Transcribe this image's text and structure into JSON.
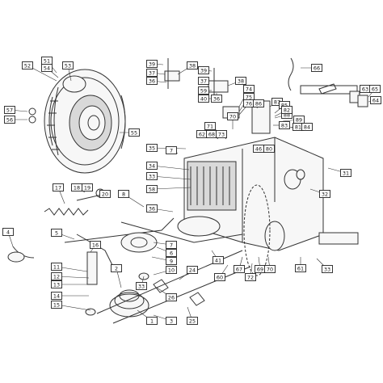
{
  "parts": [
    {
      "id": "p51",
      "label": "51"
    },
    {
      "id": "p54",
      "label": "54"
    },
    {
      "id": "p52",
      "label": "52"
    },
    {
      "id": "p53",
      "label": "53"
    },
    {
      "id": "p57",
      "label": "57"
    },
    {
      "id": "p56",
      "label": "56"
    },
    {
      "id": "p55",
      "label": "55"
    },
    {
      "id": "p39a",
      "label": "39"
    },
    {
      "id": "p37a",
      "label": "37"
    },
    {
      "id": "p36a",
      "label": "36"
    },
    {
      "id": "p38a",
      "label": "38"
    },
    {
      "id": "p39b",
      "label": "39"
    },
    {
      "id": "p37b",
      "label": "37"
    },
    {
      "id": "p59",
      "label": "59"
    },
    {
      "id": "p40",
      "label": "40"
    },
    {
      "id": "p36b",
      "label": "36"
    },
    {
      "id": "p38b",
      "label": "38"
    },
    {
      "id": "p74",
      "label": "74"
    },
    {
      "id": "p75",
      "label": "75"
    },
    {
      "id": "p76",
      "label": "76"
    },
    {
      "id": "p86",
      "label": "86"
    },
    {
      "id": "p87",
      "label": "87"
    },
    {
      "id": "p85",
      "label": "85"
    },
    {
      "id": "p88",
      "label": "88"
    },
    {
      "id": "p82",
      "label": "82"
    },
    {
      "id": "p83",
      "label": "83"
    },
    {
      "id": "p89",
      "label": "89"
    },
    {
      "id": "p81",
      "label": "81"
    },
    {
      "id": "p84",
      "label": "84"
    },
    {
      "id": "p66",
      "label": "66"
    },
    {
      "id": "p63",
      "label": "63"
    },
    {
      "id": "p65",
      "label": "65"
    },
    {
      "id": "p64",
      "label": "64"
    },
    {
      "id": "p71",
      "label": "71"
    },
    {
      "id": "p62",
      "label": "62"
    },
    {
      "id": "p68",
      "label": "68"
    },
    {
      "id": "p73",
      "label": "73"
    },
    {
      "id": "p70a",
      "label": "70"
    },
    {
      "id": "p35",
      "label": "35"
    },
    {
      "id": "p46",
      "label": "46"
    },
    {
      "id": "p80",
      "label": "80"
    },
    {
      "id": "p7a",
      "label": "7"
    },
    {
      "id": "p31",
      "label": "31"
    },
    {
      "id": "p34",
      "label": "34"
    },
    {
      "id": "p33a",
      "label": "33"
    },
    {
      "id": "p58",
      "label": "58"
    },
    {
      "id": "p32",
      "label": "32"
    },
    {
      "id": "p8",
      "label": "8"
    },
    {
      "id": "p17",
      "label": "17"
    },
    {
      "id": "p18",
      "label": "18"
    },
    {
      "id": "p19",
      "label": "19"
    },
    {
      "id": "p20",
      "label": "20"
    },
    {
      "id": "p36c",
      "label": "36"
    },
    {
      "id": "p4",
      "label": "4"
    },
    {
      "id": "p5",
      "label": "5"
    },
    {
      "id": "p16",
      "label": "16"
    },
    {
      "id": "p7b",
      "label": "7"
    },
    {
      "id": "p6",
      "label": "6"
    },
    {
      "id": "p9",
      "label": "9"
    },
    {
      "id": "p10",
      "label": "10"
    },
    {
      "id": "p24",
      "label": "24"
    },
    {
      "id": "p41",
      "label": "41"
    },
    {
      "id": "p60",
      "label": "60"
    },
    {
      "id": "p67",
      "label": "67"
    },
    {
      "id": "p72",
      "label": "72"
    },
    {
      "id": "p69",
      "label": "69"
    },
    {
      "id": "p70b",
      "label": "70"
    },
    {
      "id": "p61",
      "label": "61"
    },
    {
      "id": "p33b",
      "label": "33"
    },
    {
      "id": "p11",
      "label": "11"
    },
    {
      "id": "p12",
      "label": "12"
    },
    {
      "id": "p13",
      "label": "13"
    },
    {
      "id": "p14",
      "label": "14"
    },
    {
      "id": "p15",
      "label": "15"
    },
    {
      "id": "p2",
      "label": "2"
    },
    {
      "id": "p33c",
      "label": "33"
    },
    {
      "id": "p26",
      "label": "26"
    },
    {
      "id": "p1",
      "label": "1"
    },
    {
      "id": "p3",
      "label": "3"
    },
    {
      "id": "p25",
      "label": "25"
    }
  ]
}
